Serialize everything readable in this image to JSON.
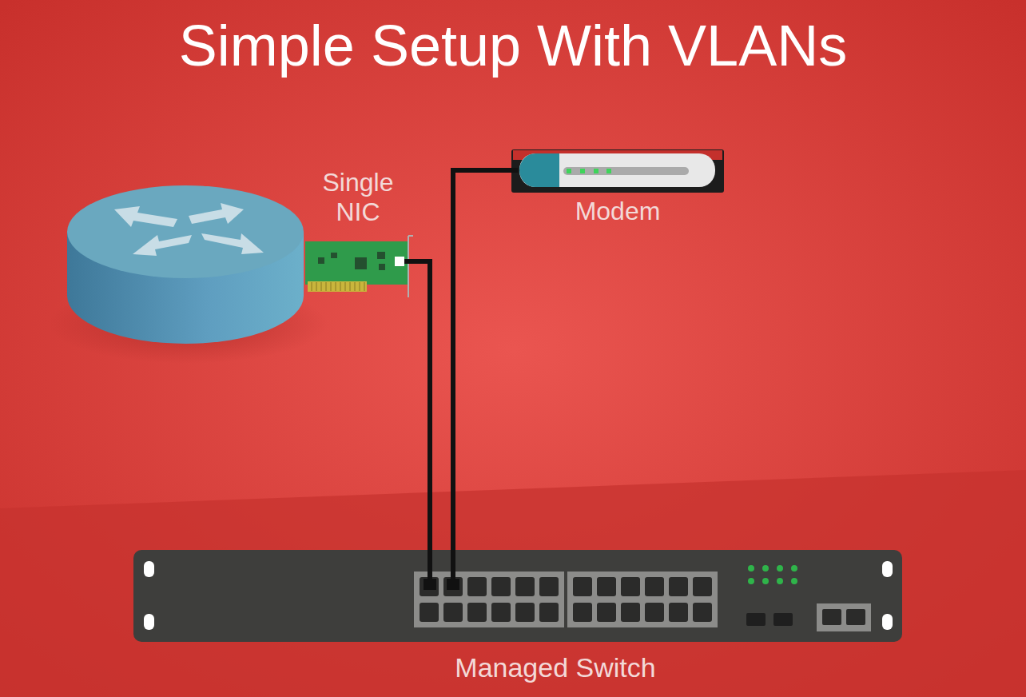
{
  "diagram": {
    "title": "Simple Setup With VLANs",
    "nodes": [
      {
        "text": [
          "Single NIC"
        ]
      },
      {
        "text": [
          "Modem"
        ]
      },
      {
        "text": [
          "Managed Switch"
        ]
      }
    ],
    "edges": [
      {
        "from": 0,
        "to": 2,
        "arrow": "none"
      },
      {
        "from": 1,
        "to": 2,
        "arrow": "none"
      }
    ]
  }
}
